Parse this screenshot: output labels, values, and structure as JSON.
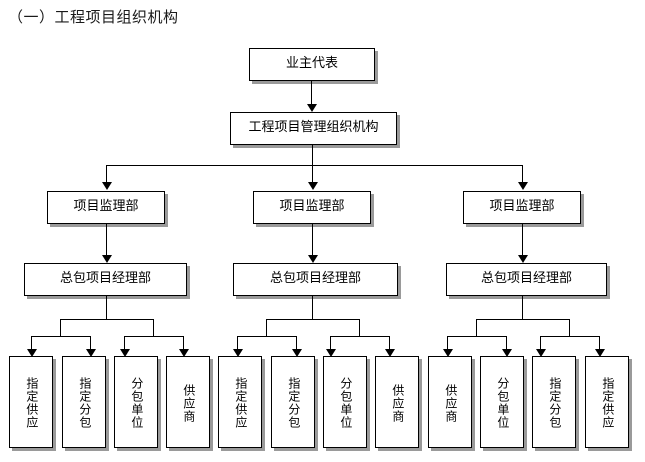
{
  "title": "（一）工程项目组织机构",
  "chart": {
    "type": "org-chart",
    "levels": [
      {
        "name": "level-1",
        "nodes": [
          {
            "label": "业主代表"
          }
        ]
      },
      {
        "name": "level-2",
        "nodes": [
          {
            "label": "工程项目管理组织机构"
          }
        ]
      },
      {
        "name": "level-3",
        "nodes": [
          {
            "label": "项目监理部"
          },
          {
            "label": "项目监理部"
          },
          {
            "label": "项目监理部"
          }
        ]
      },
      {
        "name": "level-4",
        "nodes": [
          {
            "label": "总包项目经理部"
          },
          {
            "label": "总包项目经理部"
          },
          {
            "label": "总包项目经理部"
          }
        ]
      },
      {
        "name": "level-5",
        "nodes": [
          {
            "label": "指定供应"
          },
          {
            "label": "指定分包"
          },
          {
            "label": "分包单位"
          },
          {
            "label": "供应商"
          },
          {
            "label": "指定供应"
          },
          {
            "label": "指定分包"
          },
          {
            "label": "分包单位"
          },
          {
            "label": "供应商"
          },
          {
            "label": "供应商"
          },
          {
            "label": "分包单位"
          },
          {
            "label": "指定分包"
          },
          {
            "label": "指定供应"
          }
        ]
      }
    ]
  },
  "colors": {
    "box_border": "#000000",
    "box_fill": "#ffffff",
    "box_shadow": "#9a9a9a",
    "connector": "#000000",
    "text": "#000000",
    "background": "#ffffff"
  }
}
